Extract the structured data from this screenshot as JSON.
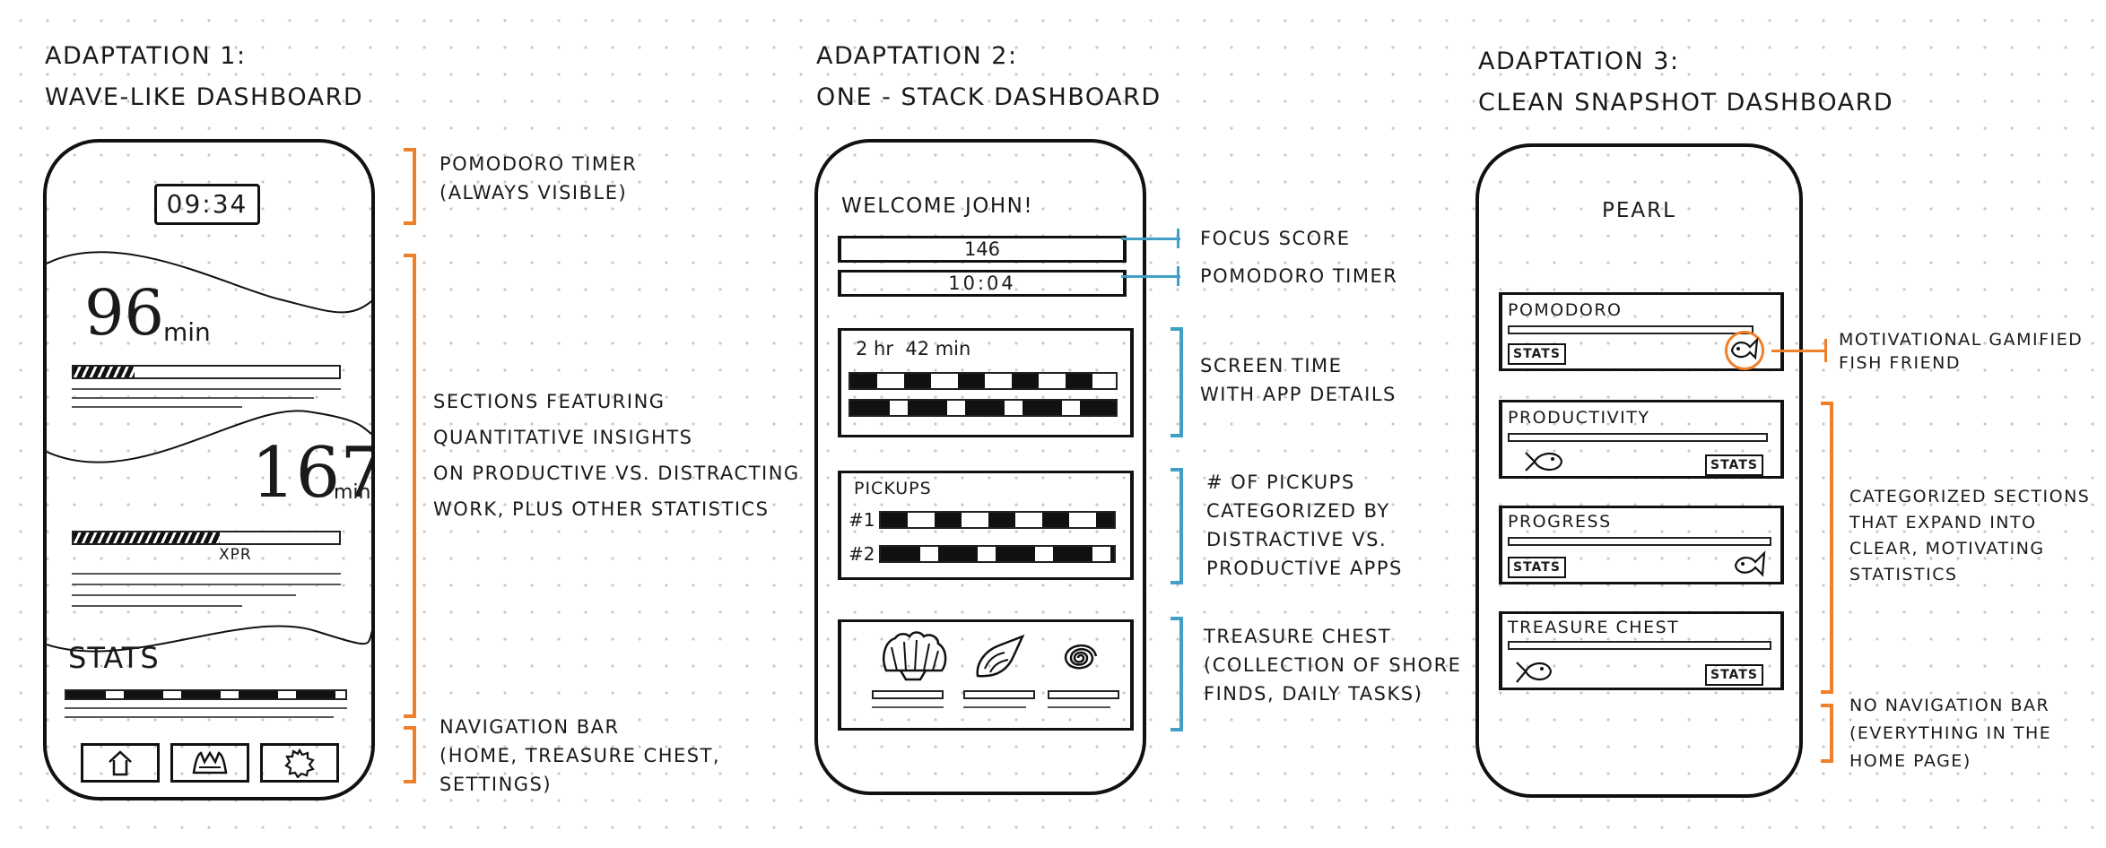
{
  "adaptation1": {
    "title_line1": "ADAPTATION 1:",
    "title_line2": "WAVE-LIKE DASHBOARD",
    "timer": "09:34",
    "minutes1": "96",
    "unit1": "min",
    "minutes2": "167",
    "unit2": "min",
    "xpr": "XPR",
    "stats_label": "STATS",
    "notes": {
      "timer_line1": "POMODORO TIMER",
      "timer_line2": "(ALWAYS VISIBLE)",
      "sections_line1": "SECTIONS FEATURING",
      "sections_line2": "QUANTITATIVE INSIGHTS",
      "sections_line3": "ON PRODUCTIVE VS. DISTRACTING",
      "sections_line4": "WORK, PLUS OTHER STATISTICS",
      "nav_line1": "NAVIGATION BAR",
      "nav_line2": "(HOME, TREASURE CHEST,",
      "nav_line3": "SETTINGS)"
    },
    "icons": [
      "home-icon",
      "treasure-chest-icon",
      "settings-gear-icon"
    ]
  },
  "adaptation2": {
    "title_line1": "ADAPTATION 2:",
    "title_line2": "ONE - STACK DASHBOARD",
    "welcome": "WELCOME JOHN!",
    "focus_score": "146",
    "timer": "10:04",
    "screen_time": "2 hr  42 min",
    "pickups": "PICKUPS",
    "pickup1": "#1",
    "pickup2": "#2",
    "notes": {
      "focus": "FOCUS SCORE",
      "timer": "POMODORO TIMER",
      "screen_line1": "SCREEN TIME",
      "screen_line2": "WITH APP DETAILS",
      "pickups_line1": "# OF PICKUPS",
      "pickups_line2": "CATEGORIZED BY",
      "pickups_line3": "DISTRACTIVE VS.",
      "pickups_line4": "PRODUCTIVE APPS",
      "chest_line1": "TREASURE CHEST",
      "chest_line2": "(COLLECTION OF SHORE",
      "chest_line3": "FINDS, DAILY TASKS)"
    },
    "icons": [
      "scallop-shell-icon",
      "conch-shell-icon",
      "spiral-shell-icon"
    ]
  },
  "adaptation3": {
    "title_line1": "ADAPTATION 3:",
    "title_line2": "CLEAN SNAPSHOT DASHBOARD",
    "app_name": "PEARL",
    "sections": {
      "pomodoro": "POMODORO",
      "productivity": "PRODUCTIVITY",
      "progress": "PROGRESS",
      "treasure": "TREASURE CHEST"
    },
    "stats_btn": "STATS",
    "notes": {
      "fish_line1": "MOTIVATIONAL GAMIFIED",
      "fish_line2": "FISH FRIEND",
      "cat_line1": "CATEGORIZED SECTIONS",
      "cat_line2": "THAT EXPAND INTO",
      "cat_line3": "CLEAR, MOTIVATING",
      "cat_line4": "STATISTICS",
      "nonav_line1": "NO NAVIGATION BAR",
      "nonav_line2": "(EVERYTHING IN THE",
      "nonav_line3": "HOME PAGE)"
    },
    "icons": [
      "fish-icon"
    ]
  },
  "colors": {
    "accent_orange": "#f07f29",
    "accent_blue": "#3f9fc4",
    "ink": "#111111"
  }
}
